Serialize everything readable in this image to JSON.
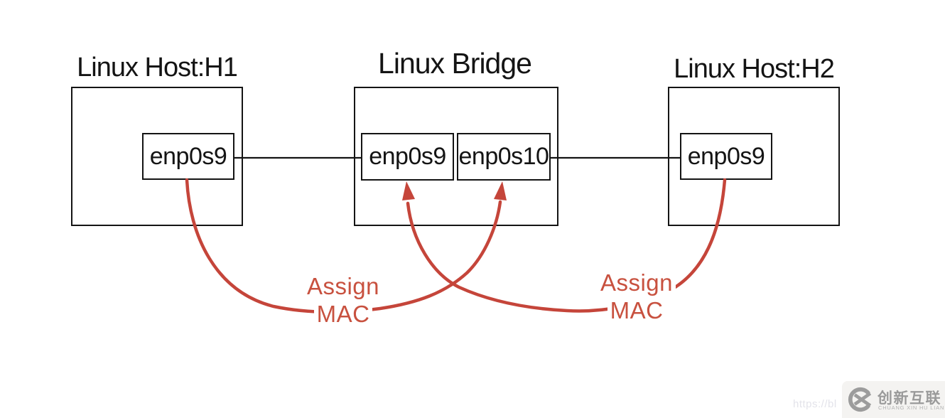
{
  "diagram": {
    "accent_color": "#c5453a",
    "annotation_text_color": "#c8513f",
    "nodes": {
      "host1": {
        "title": "Linux Host:H1",
        "interface": "enp0s9"
      },
      "bridge": {
        "title": "Linux Bridge",
        "interface1": "enp0s9",
        "interface2": "enp0s10"
      },
      "host2": {
        "title": "Linux Host:H2",
        "interface": "enp0s9"
      }
    },
    "annotations": {
      "left": {
        "line1": "Assign",
        "line2": "MAC"
      },
      "right": {
        "line1": "Assign",
        "line2": "MAC"
      }
    }
  },
  "watermark": {
    "partial_url": "https://bl",
    "brand": "创新互联",
    "brand_sub": "CHUANG XIN HU LIAN"
  }
}
